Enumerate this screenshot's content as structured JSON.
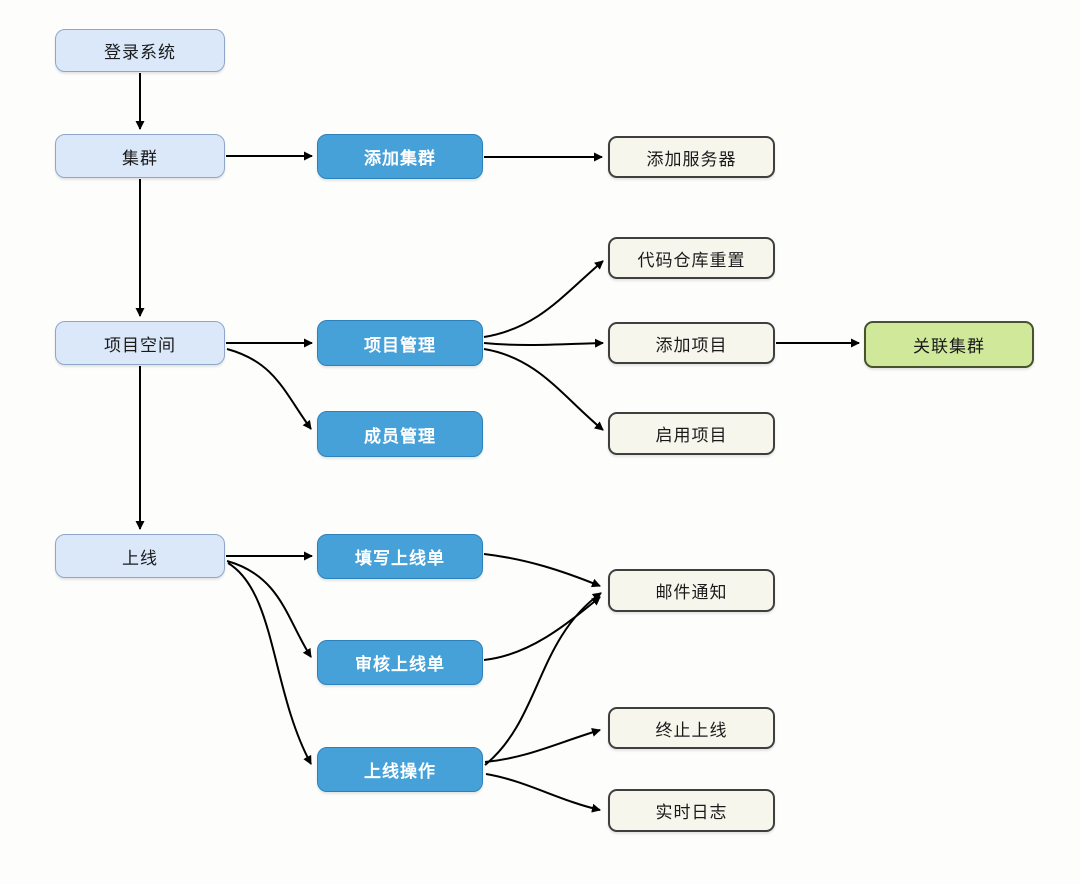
{
  "diagram": {
    "type": "flowchart",
    "colors": {
      "background": "#fdfdfb",
      "node_light_fill": "#dbe8fa",
      "node_light_border": "#8ea7c9",
      "node_blue_fill": "#47a1d9",
      "node_blue_border": "#2e82bc",
      "node_cream_fill": "#f7f6ed",
      "node_cream_border": "#3f3f3f",
      "node_green_fill": "#cfe89a",
      "node_green_border": "#48522e",
      "arrow": "#000000"
    },
    "nodes": [
      {
        "id": "login",
        "label": "登录系统",
        "type": "light"
      },
      {
        "id": "cluster",
        "label": "集群",
        "type": "light"
      },
      {
        "id": "add-cluster",
        "label": "添加集群",
        "type": "blue"
      },
      {
        "id": "add-server",
        "label": "添加服务器",
        "type": "cream"
      },
      {
        "id": "project-space",
        "label": "项目空间",
        "type": "light"
      },
      {
        "id": "project-management",
        "label": "项目管理",
        "type": "blue"
      },
      {
        "id": "member-management",
        "label": "成员管理",
        "type": "blue"
      },
      {
        "id": "code-repo-reset",
        "label": "代码仓库重置",
        "type": "cream"
      },
      {
        "id": "add-project",
        "label": "添加项目",
        "type": "cream"
      },
      {
        "id": "enable-project",
        "label": "启用项目",
        "type": "cream"
      },
      {
        "id": "link-cluster",
        "label": "关联集群",
        "type": "green"
      },
      {
        "id": "online",
        "label": "上线",
        "type": "light"
      },
      {
        "id": "fill-online-form",
        "label": "填写上线单",
        "type": "blue"
      },
      {
        "id": "review-online-form",
        "label": "审核上线单",
        "type": "blue"
      },
      {
        "id": "online-operation",
        "label": "上线操作",
        "type": "blue"
      },
      {
        "id": "email-notification",
        "label": "邮件通知",
        "type": "cream"
      },
      {
        "id": "terminate-online",
        "label": "终止上线",
        "type": "cream"
      },
      {
        "id": "realtime-log",
        "label": "实时日志",
        "type": "cream"
      }
    ],
    "edges": [
      {
        "from": "login",
        "to": "cluster"
      },
      {
        "from": "cluster",
        "to": "add-cluster"
      },
      {
        "from": "add-cluster",
        "to": "add-server"
      },
      {
        "from": "cluster",
        "to": "project-space"
      },
      {
        "from": "project-space",
        "to": "project-management"
      },
      {
        "from": "project-space",
        "to": "member-management"
      },
      {
        "from": "project-management",
        "to": "code-repo-reset"
      },
      {
        "from": "project-management",
        "to": "add-project"
      },
      {
        "from": "project-management",
        "to": "enable-project"
      },
      {
        "from": "add-project",
        "to": "link-cluster"
      },
      {
        "from": "project-space",
        "to": "online"
      },
      {
        "from": "online",
        "to": "fill-online-form"
      },
      {
        "from": "online",
        "to": "review-online-form"
      },
      {
        "from": "online",
        "to": "online-operation"
      },
      {
        "from": "fill-online-form",
        "to": "email-notification"
      },
      {
        "from": "review-online-form",
        "to": "email-notification"
      },
      {
        "from": "online-operation",
        "to": "email-notification"
      },
      {
        "from": "online-operation",
        "to": "terminate-online"
      },
      {
        "from": "online-operation",
        "to": "realtime-log"
      }
    ]
  }
}
